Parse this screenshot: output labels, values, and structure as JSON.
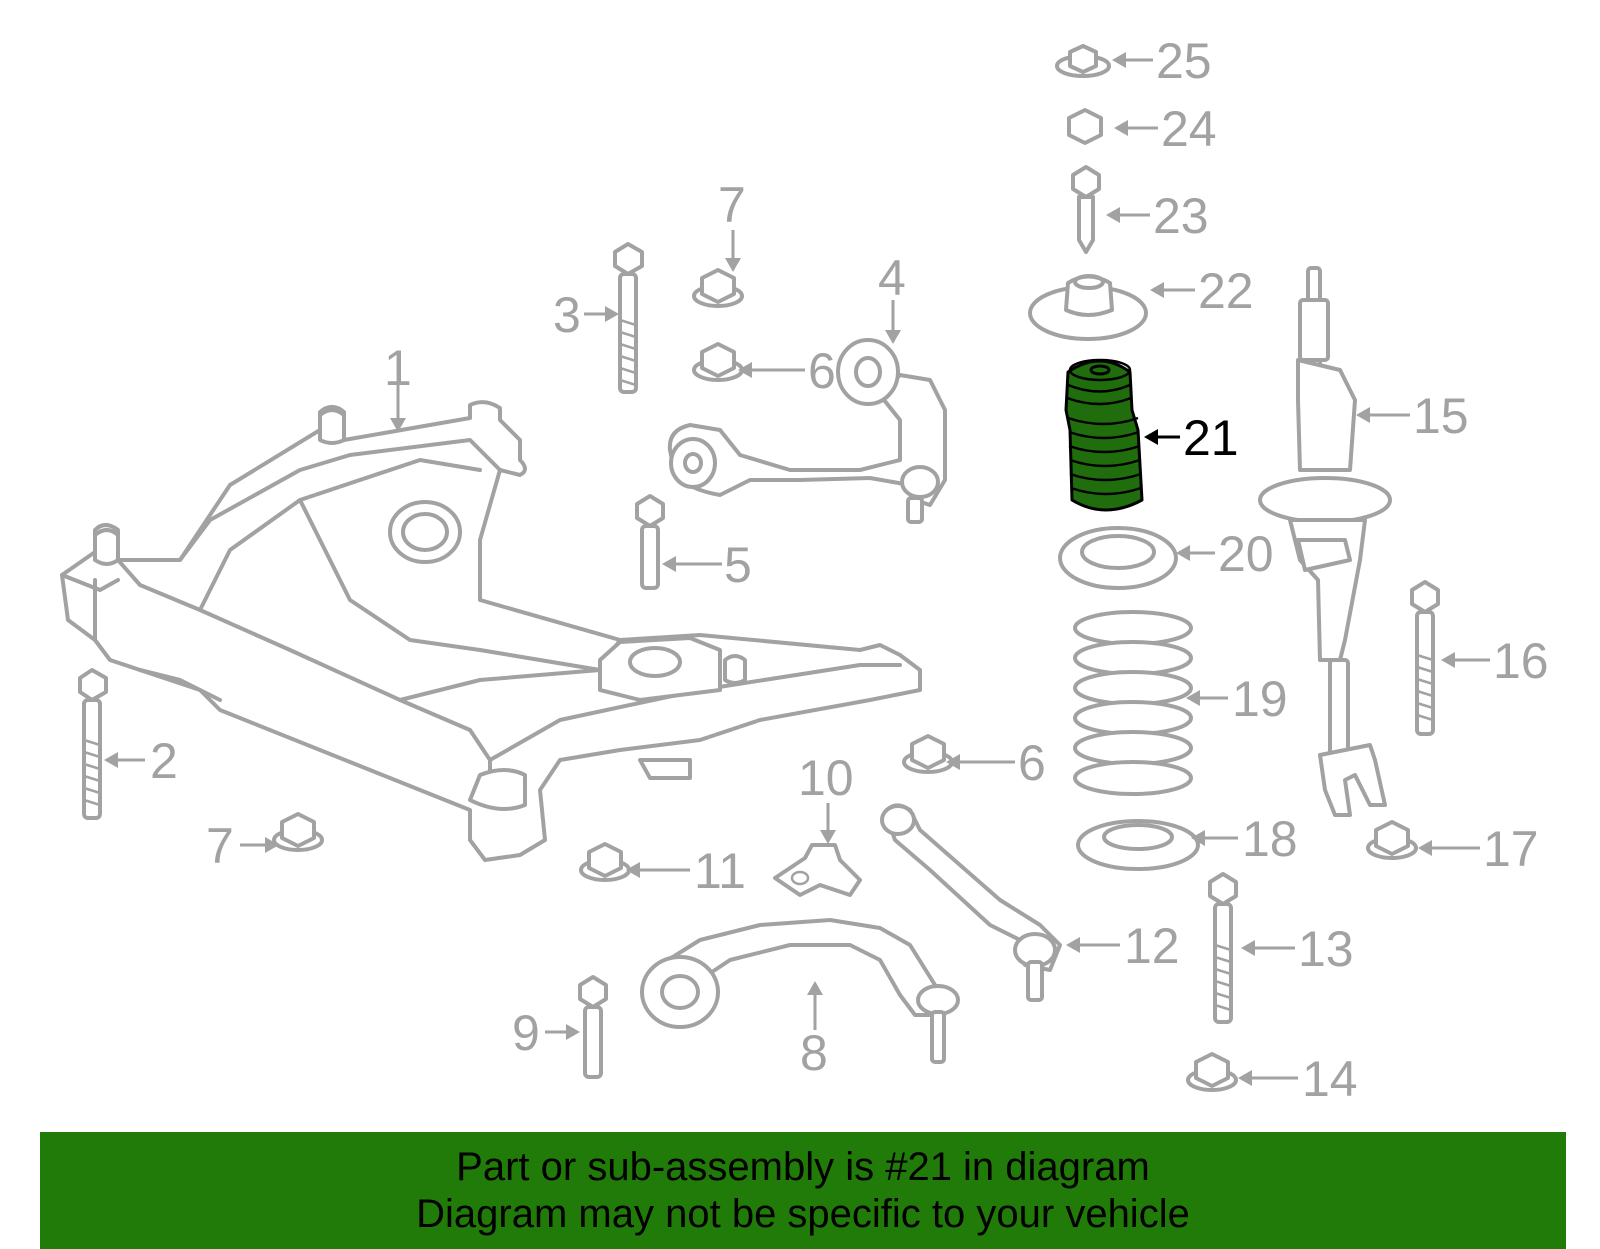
{
  "diagram": {
    "highlight_color": "#1f6d0c",
    "part_color": "#a2a2a2",
    "labels": {
      "p1": "1",
      "p2": "2",
      "p3": "3",
      "p4": "4",
      "p5": "5",
      "p6a": "6",
      "p6b": "6",
      "p7a": "7",
      "p7b": "7",
      "p8": "8",
      "p9": "9",
      "p10": "10",
      "p11": "11",
      "p12": "12",
      "p13": "13",
      "p14": "14",
      "p15": "15",
      "p16": "16",
      "p17": "17",
      "p18": "18",
      "p19": "19",
      "p20": "20",
      "p21": "21",
      "p22": "22",
      "p23": "23",
      "p24": "24",
      "p25": "25"
    }
  },
  "banner": {
    "background": "#217b08",
    "line1": "Part or sub-assembly is #21 in diagram",
    "line2": "Diagram may not be specific to your vehicle"
  }
}
